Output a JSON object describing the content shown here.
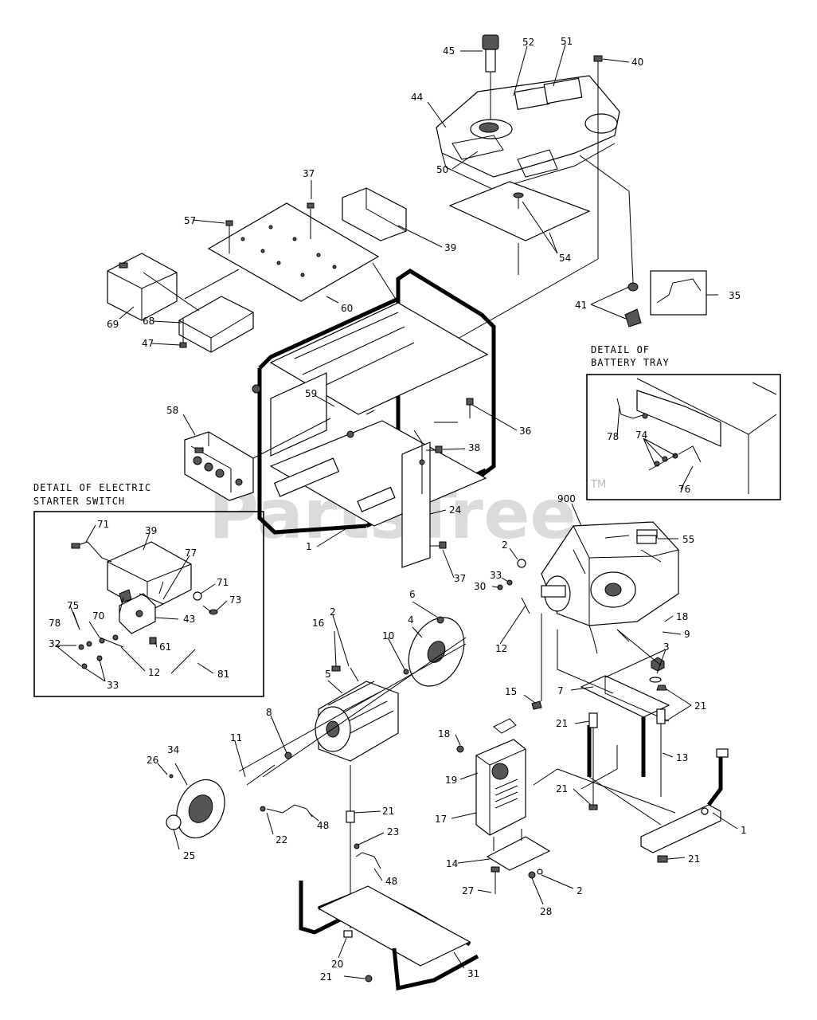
{
  "watermark": {
    "text": "PartsTree",
    "tm": "TM"
  },
  "captions": {
    "battery_tray_1": "DETAIL OF",
    "battery_tray_2": "BATTERY TRAY",
    "starter_1": "DETAIL OF ELECTRIC",
    "starter_2": "STARTER SWITCH"
  },
  "callouts": [
    {
      "id": "45",
      "label": "45"
    },
    {
      "id": "52",
      "label": "52"
    },
    {
      "id": "51",
      "label": "51"
    },
    {
      "id": "40",
      "label": "40"
    },
    {
      "id": "44",
      "label": "44"
    },
    {
      "id": "50",
      "label": "50"
    },
    {
      "id": "37a",
      "label": "37"
    },
    {
      "id": "57",
      "label": "57"
    },
    {
      "id": "39a",
      "label": "39"
    },
    {
      "id": "54",
      "label": "54"
    },
    {
      "id": "69",
      "label": "69"
    },
    {
      "id": "68",
      "label": "68"
    },
    {
      "id": "47",
      "label": "47"
    },
    {
      "id": "60",
      "label": "60"
    },
    {
      "id": "41",
      "label": "41"
    },
    {
      "id": "35",
      "label": "35"
    },
    {
      "id": "59",
      "label": "59"
    },
    {
      "id": "58",
      "label": "58"
    },
    {
      "id": "36",
      "label": "36"
    },
    {
      "id": "38",
      "label": "38"
    },
    {
      "id": "24",
      "label": "24"
    },
    {
      "id": "1a",
      "label": "1"
    },
    {
      "id": "37b",
      "label": "37"
    },
    {
      "id": "78a",
      "label": "78"
    },
    {
      "id": "74",
      "label": "74"
    },
    {
      "id": "76",
      "label": "76"
    },
    {
      "id": "900",
      "label": "900"
    },
    {
      "id": "55",
      "label": "55"
    },
    {
      "id": "2a",
      "label": "2"
    },
    {
      "id": "33a",
      "label": "33"
    },
    {
      "id": "30",
      "label": "30"
    },
    {
      "id": "12a",
      "label": "12"
    },
    {
      "id": "18a",
      "label": "18"
    },
    {
      "id": "9",
      "label": "9"
    },
    {
      "id": "3",
      "label": "3"
    },
    {
      "id": "71a",
      "label": "71"
    },
    {
      "id": "39b",
      "label": "39"
    },
    {
      "id": "77",
      "label": "77"
    },
    {
      "id": "71b",
      "label": "71"
    },
    {
      "id": "73",
      "label": "73"
    },
    {
      "id": "70",
      "label": "70"
    },
    {
      "id": "43",
      "label": "43"
    },
    {
      "id": "75",
      "label": "75"
    },
    {
      "id": "78b",
      "label": "78"
    },
    {
      "id": "32",
      "label": "32"
    },
    {
      "id": "61",
      "label": "61"
    },
    {
      "id": "12b",
      "label": "12"
    },
    {
      "id": "33b",
      "label": "33"
    },
    {
      "id": "81",
      "label": "81"
    },
    {
      "id": "16",
      "label": "16"
    },
    {
      "id": "2b",
      "label": "2"
    },
    {
      "id": "6",
      "label": "6"
    },
    {
      "id": "4",
      "label": "4"
    },
    {
      "id": "10",
      "label": "10"
    },
    {
      "id": "5",
      "label": "5"
    },
    {
      "id": "8",
      "label": "8"
    },
    {
      "id": "11",
      "label": "11"
    },
    {
      "id": "26a",
      "label": "26"
    },
    {
      "id": "34",
      "label": "34"
    },
    {
      "id": "25",
      "label": "25"
    },
    {
      "id": "22",
      "label": "22"
    },
    {
      "id": "48a",
      "label": "48"
    },
    {
      "id": "21a",
      "label": "21"
    },
    {
      "id": "15",
      "label": "15"
    },
    {
      "id": "7",
      "label": "7"
    },
    {
      "id": "21b",
      "label": "21"
    },
    {
      "id": "21c",
      "label": "21"
    },
    {
      "id": "13",
      "label": "13"
    },
    {
      "id": "18b",
      "label": "18"
    },
    {
      "id": "19",
      "label": "19"
    },
    {
      "id": "17",
      "label": "17"
    },
    {
      "id": "21d",
      "label": "21"
    },
    {
      "id": "1b",
      "label": "1"
    },
    {
      "id": "21e",
      "label": "21"
    },
    {
      "id": "23",
      "label": "23"
    },
    {
      "id": "48b",
      "label": "48"
    },
    {
      "id": "14",
      "label": "14"
    },
    {
      "id": "2c",
      "label": "2"
    },
    {
      "id": "27",
      "label": "27"
    },
    {
      "id": "28",
      "label": "28"
    },
    {
      "id": "20",
      "label": "20"
    },
    {
      "id": "21f",
      "label": "21"
    },
    {
      "id": "31",
      "label": "31"
    }
  ]
}
